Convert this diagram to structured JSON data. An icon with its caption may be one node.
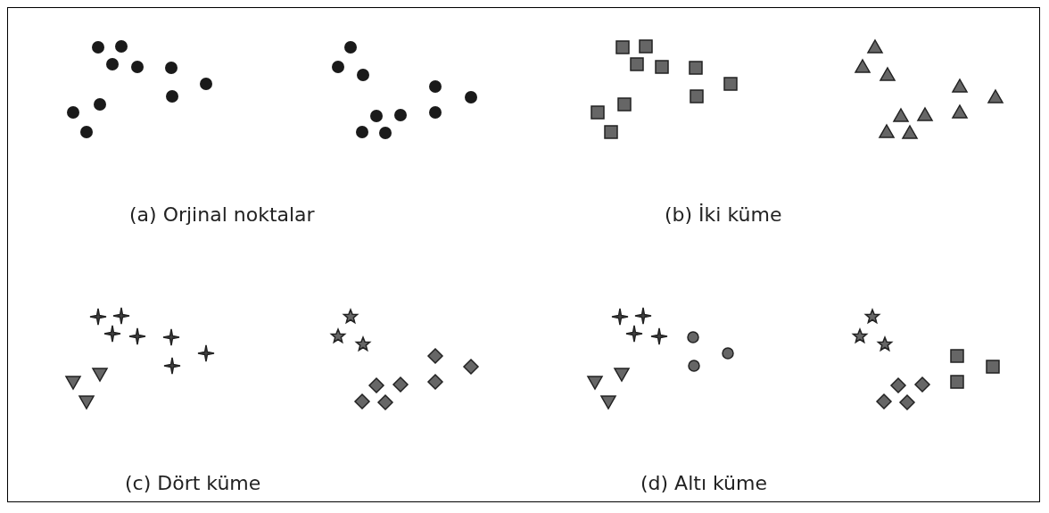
{
  "diagram": {
    "labels": [
      "(a) Orjinal noktalar",
      "(b) İki küme",
      "(c) Dört küme",
      "(d) Altı küme"
    ]
  }
}
